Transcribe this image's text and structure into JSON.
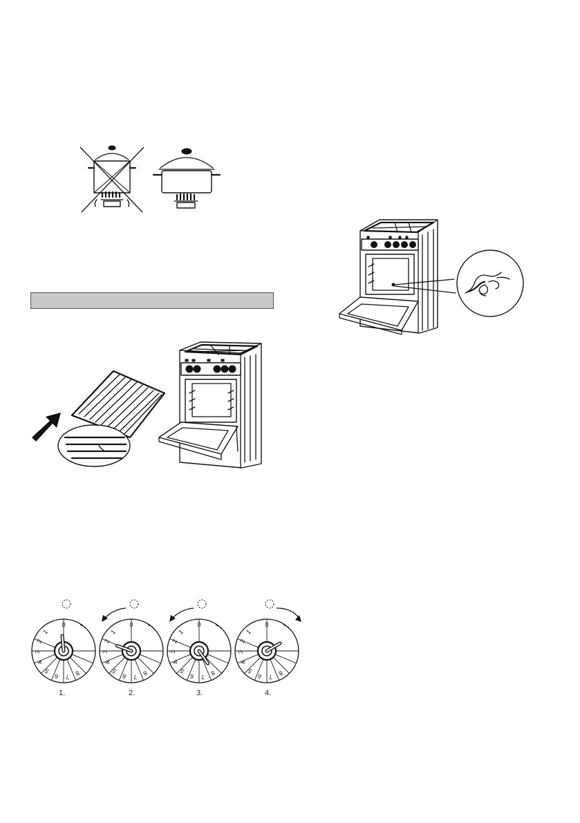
{
  "figures": {
    "pot_sizes": {
      "crossed_icon": "cross-icon"
    },
    "section_header": {
      "text": ""
    },
    "dials": {
      "steps": [
        {
          "label": "1.",
          "arrow": "none"
        },
        {
          "label": "2.",
          "arrow": "counterclockwise"
        },
        {
          "label": "3.",
          "arrow": "counterclockwise"
        },
        {
          "label": "4.",
          "arrow": "clockwise"
        }
      ],
      "scale_marks": [
        "0",
        "1",
        "2",
        "3",
        "4",
        "5",
        "6",
        "7",
        "8"
      ]
    }
  },
  "colors": {
    "line": "#111111",
    "header_bar": "#c8c8c8"
  }
}
